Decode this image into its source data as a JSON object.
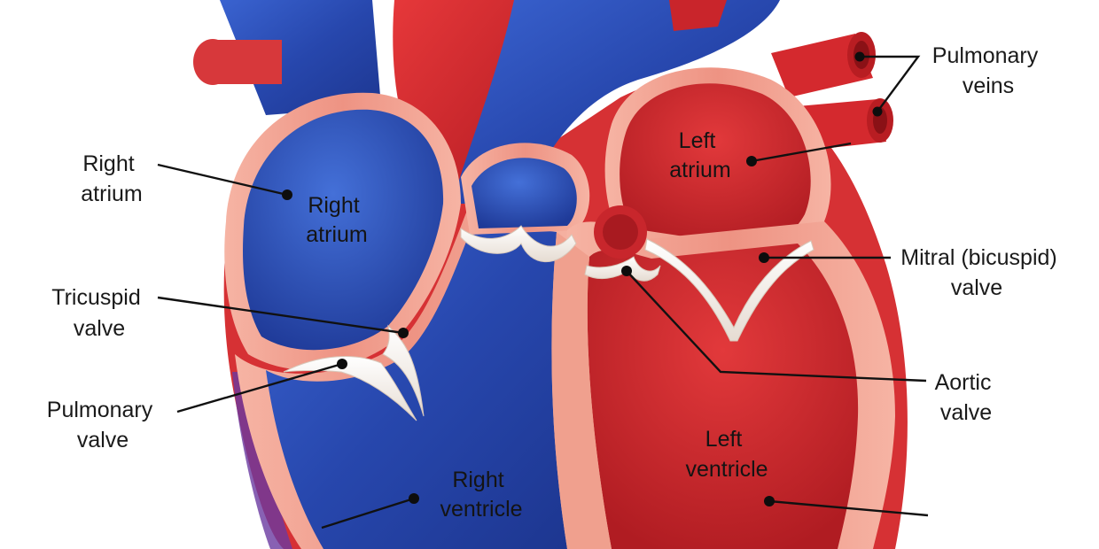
{
  "labels": {
    "right_atrium_outer": [
      "Right",
      "atrium"
    ],
    "right_atrium_inner": [
      "Right",
      "atrium"
    ],
    "tricuspid_valve": [
      "Tricuspid",
      "valve"
    ],
    "pulmonary_valve": [
      "Pulmonary",
      "valve"
    ],
    "right_ventricle": [
      "Right",
      "ventricle"
    ],
    "pulmonary_veins": [
      "Pulmonary",
      "veins"
    ],
    "left_atrium": [
      "Left",
      "atrium"
    ],
    "mitral_valve": [
      "Mitral (bicuspid)",
      "valve"
    ],
    "aortic_valve": [
      "Aortic",
      "valve"
    ],
    "left_ventricle": [
      "Left",
      "ventricle"
    ]
  },
  "colors": {
    "deoxygenated": "#2a4fb8",
    "oxygenated": "#d42a2f",
    "myocardium": "#f3a796",
    "valve": "#f4eee6",
    "label_text": "#1a1a1a"
  }
}
